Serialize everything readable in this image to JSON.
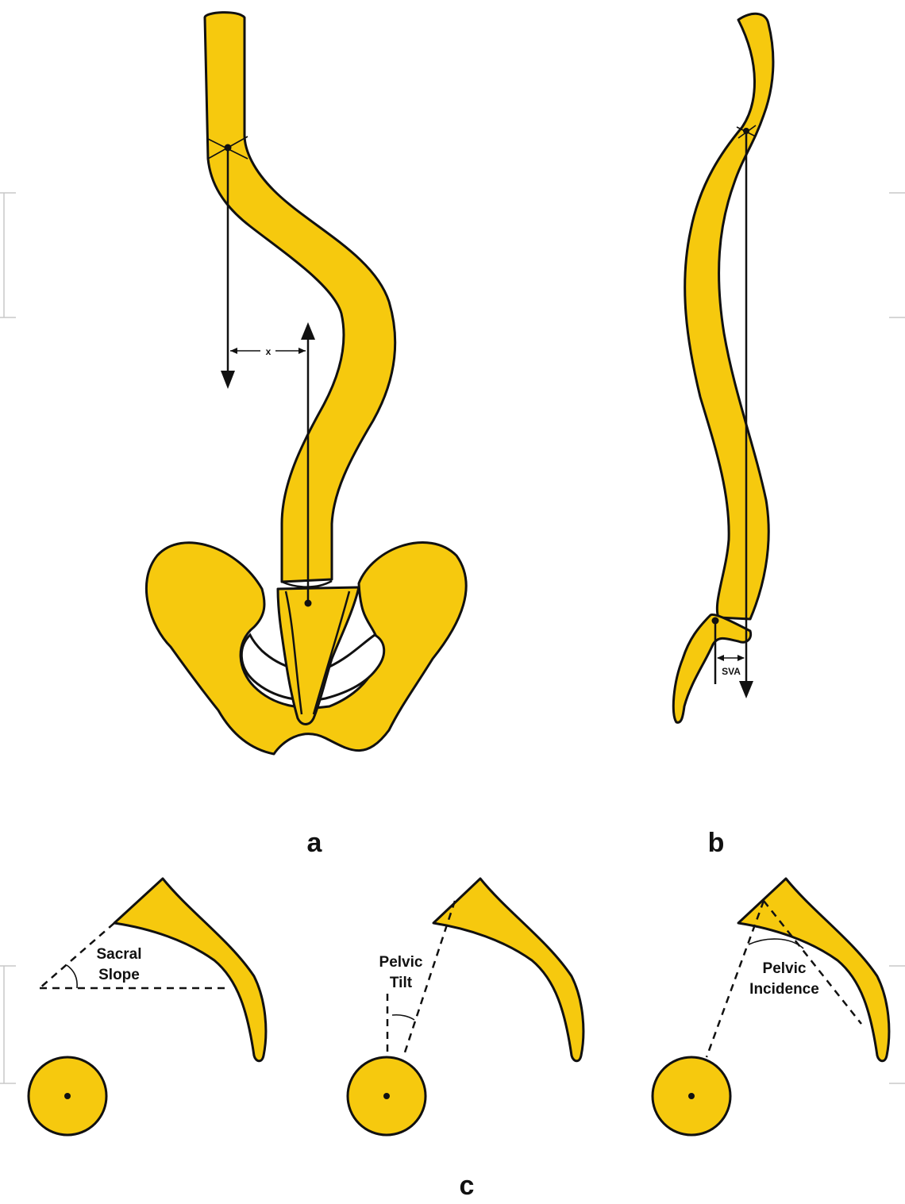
{
  "panels": {
    "a": {
      "label": "a",
      "offset_label": "x"
    },
    "b": {
      "label": "b",
      "measure_label": "SVA"
    },
    "c": {
      "label": "c",
      "sacral_slope": {
        "line1": "Sacral",
        "line2": "Slope"
      },
      "pelvic_tilt": {
        "line1": "Pelvic",
        "line2": "Tilt"
      },
      "pelvic_incidence": {
        "line1": "Pelvic",
        "line2": "Incidence"
      }
    }
  },
  "colors": {
    "bone": "#f6c90e",
    "outline": "#111111"
  }
}
